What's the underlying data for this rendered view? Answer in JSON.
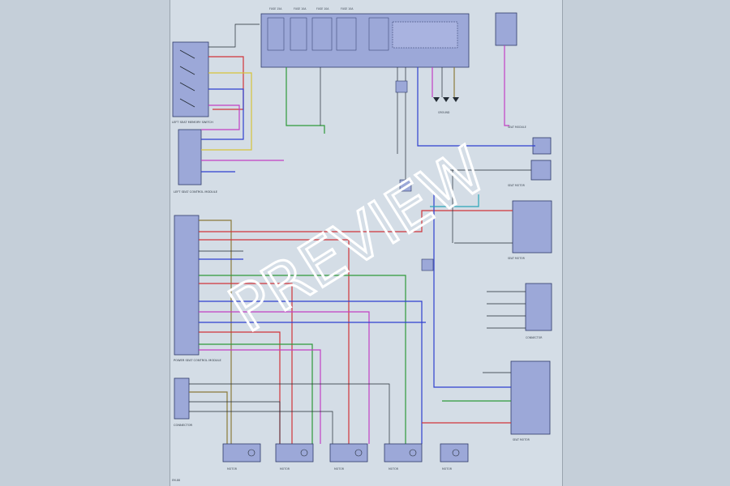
{
  "sheet": {
    "page_number": "EM-88",
    "colors": {
      "red": "#d0343a",
      "blue": "#2f3fcf",
      "green": "#2f9a3a",
      "magenta": "#c23fc4",
      "yellow": "#d6c43a",
      "olive": "#8a7a3a",
      "black": "#222a33",
      "cyan": "#2aa6b8",
      "connector_fill": "#9ca8d8"
    }
  },
  "watermark": {
    "text": "PREVIEW",
    "color": "#ffffff"
  },
  "top_fuses": {
    "labels": [
      "FUSE 15A",
      "FUSE 10A",
      "FUSE 10A",
      "FUSE 10A"
    ]
  },
  "components": {
    "seat_switch": "LEFT SEAT MEMORY SWITCH",
    "left_module": "LEFT SEAT CONTROL MODULE",
    "connector_block": "CONNECTOR",
    "power_seat_control": "POWER SEAT CONTROL MODULE",
    "side_module_top": "SEAT MODULE",
    "side_module_mid": "SEAT MOTOR",
    "side_module_bottom": "SEAT MOTOR",
    "side_module_lower": "CONNECTOR",
    "side_module_big": "SEAT MOTOR",
    "ground_points": "GROUND",
    "motor_1": "MOTOR",
    "motor_2": "MOTOR",
    "motor_3": "MOTOR",
    "motor_4": "MOTOR",
    "motor_5": "MOTOR"
  }
}
